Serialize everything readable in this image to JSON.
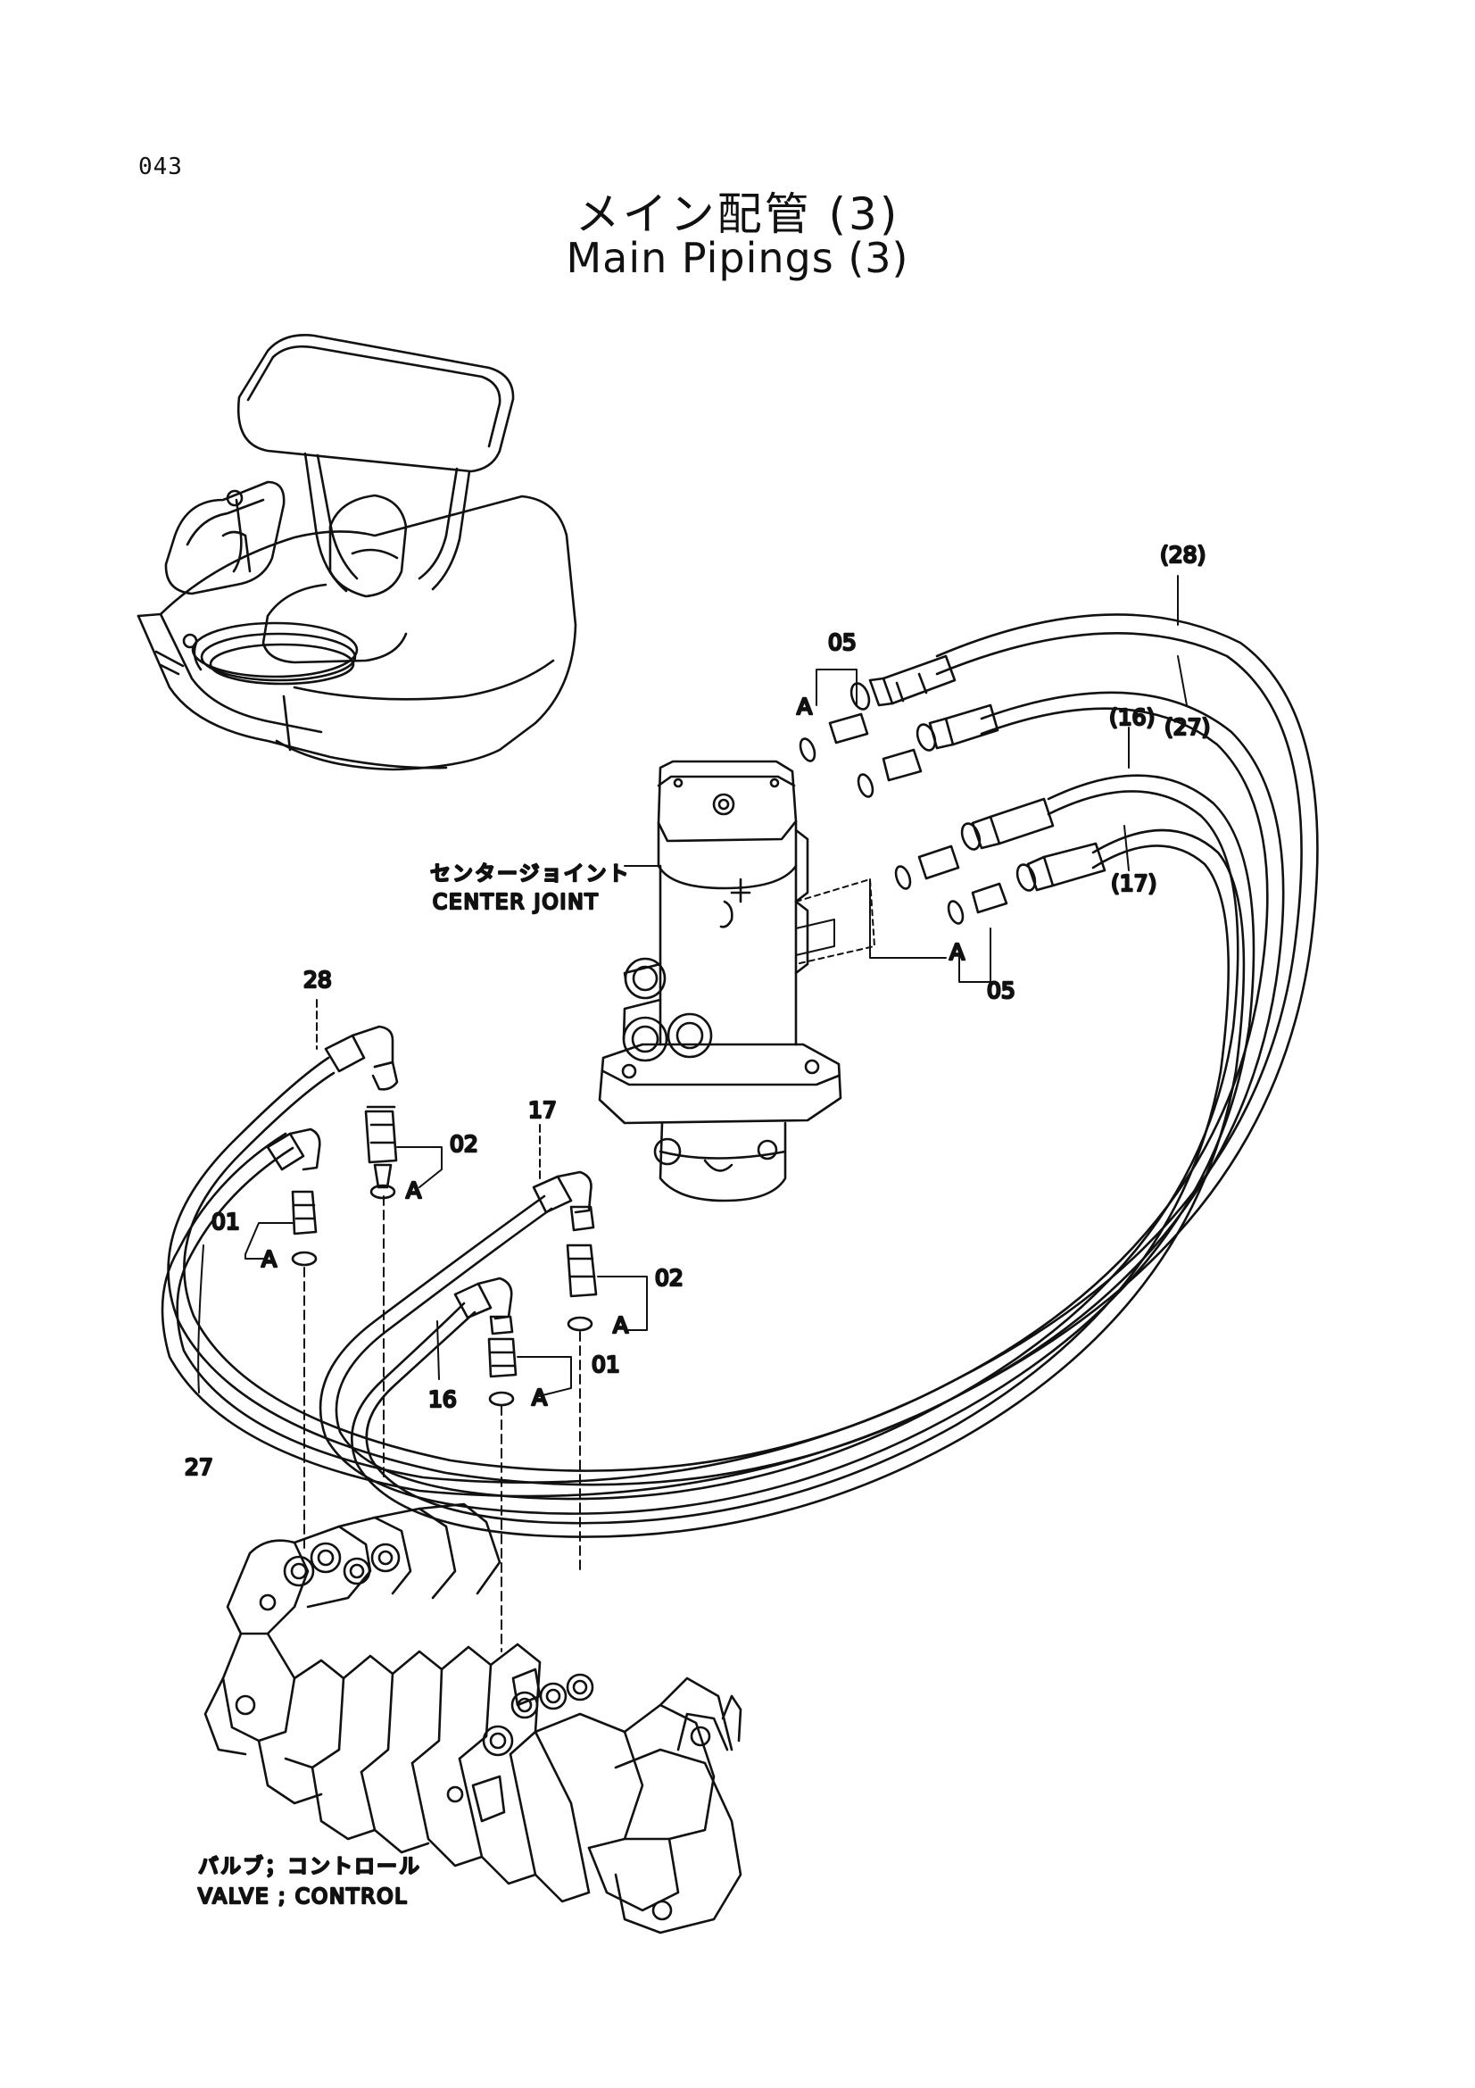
{
  "page_number": "043",
  "title": {
    "japanese": "メイン配管 (3)",
    "english": "Main Pipings (3)"
  },
  "components": {
    "center_joint": {
      "jp": "センタージョイント",
      "en": "CENTER JOINT"
    },
    "control_valve": {
      "jp": "バルブ；コントロール",
      "en": "VALVE ; CONTROL"
    }
  },
  "callouts": {
    "c05_top": "05",
    "a_top": "A",
    "c28_paren": "(28)",
    "c27_paren": "(27)",
    "c16_paren": "(16)",
    "c17_paren": "(17)",
    "a_bottom": "A",
    "c05_bottom": "05",
    "c28": "28",
    "c02_left": "02",
    "a_02_left": "A",
    "c01_left": "01",
    "a_01_left": "A",
    "c17": "17",
    "c02_right": "02",
    "a_02_right": "A",
    "c01_right": "01",
    "a_01_right": "A",
    "c16": "16",
    "c27": "27"
  },
  "icons": [
    "excavator-overview-icon",
    "center-joint-icon",
    "control-valve-icon",
    "hose-fitting-icon",
    "o-ring-icon"
  ]
}
